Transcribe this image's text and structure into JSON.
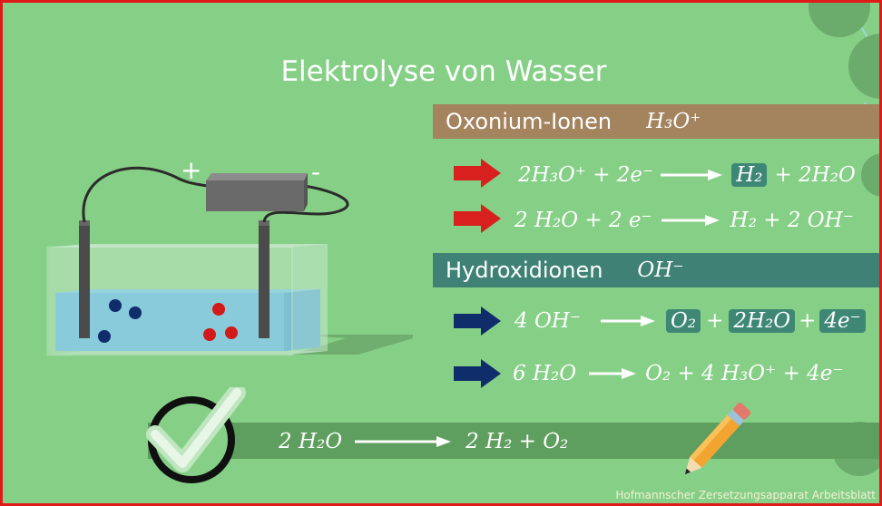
{
  "title": "Elektrolyse von Wasser",
  "bands": {
    "oxonium": {
      "label": "Oxonium-Ionen",
      "formula": "H₃O⁺"
    },
    "hydroxid": {
      "label": "Hydroxidionen",
      "formula": "OH⁻"
    }
  },
  "equations": {
    "eq1": {
      "left": "2H₃O⁺ + 2e⁻",
      "right_hl": "H₂",
      "right_rest": "+ 2H₂O"
    },
    "eq2": {
      "left": "2 H₂O + 2 e⁻",
      "right": "H₂ + 2 OH⁻"
    },
    "eq3": {
      "left": "4 OH⁻",
      "p1": "O₂",
      "plus1": "+",
      "p2": "2H₂O",
      "plus2": "+",
      "p3": "4e⁻"
    },
    "eq4": {
      "left": "6 H₂O",
      "right": "O₂ + 4 H₃O⁺ + 4e⁻"
    },
    "total": {
      "left": "2 H₂O",
      "right": "2 H₂ + O₂"
    }
  },
  "electrodes": {
    "plus": "+",
    "minus": "-"
  },
  "caption": "Hofmannscher Zersetzungsapparat Arbeitsblatt",
  "colors": {
    "background": "#86cf86",
    "frame": "#e01919",
    "oxonium_band": "#a4835f",
    "hydroxid_band": "#3f8275",
    "red_arrow": "#d8201e",
    "blue_arrow": "#0f2d6b"
  }
}
